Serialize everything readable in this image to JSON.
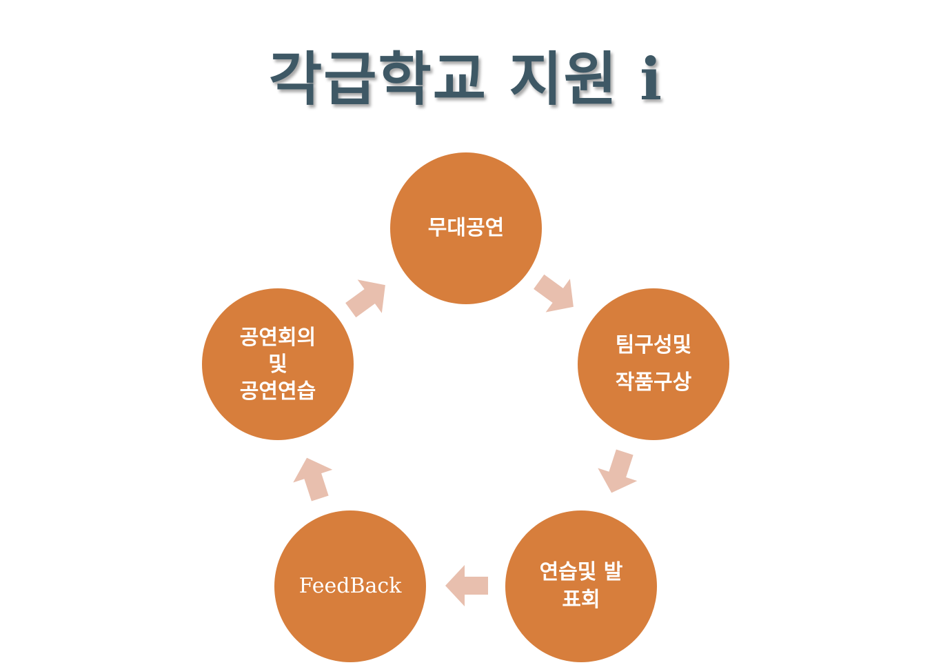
{
  "title": "각급학교 지원 i",
  "colors": {
    "circle": "#D77E3C",
    "arrow": "#E8BFAE",
    "title": "#3E5865"
  },
  "cycle": [
    {
      "lines": [
        "무대공연"
      ]
    },
    {
      "lines": [
        "팀구성및",
        "작품구상"
      ]
    },
    {
      "lines": [
        "연습및 발",
        "표회"
      ]
    },
    {
      "lines": [
        "FeedBack"
      ]
    },
    {
      "lines": [
        "공연회의",
        "및",
        "공연연습"
      ]
    }
  ]
}
